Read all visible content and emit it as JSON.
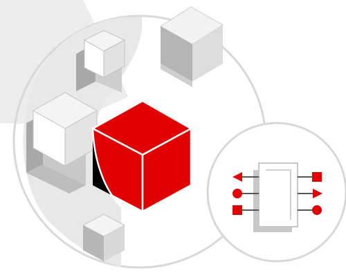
{
  "illustration": {
    "colors": {
      "accent": "#e00000",
      "accent_dark": "#b00000",
      "shadow_cube": "#000000",
      "circle_fill": "#e8e8e8",
      "circle_stroke": "#d4d4d4",
      "cube_light": "#f4f4f4",
      "cube_mid": "#d6d6d6",
      "cube_dark": "#a8a8a8",
      "chip_body": "#ffffff",
      "chip_shadow": "#c8c8c8"
    },
    "icons": {
      "hero": "red-cube-icon",
      "decor": "gray-cube-icon",
      "component": "chip-with-pins-icon",
      "pin_shapes": [
        "triangle",
        "circle",
        "square"
      ]
    }
  }
}
